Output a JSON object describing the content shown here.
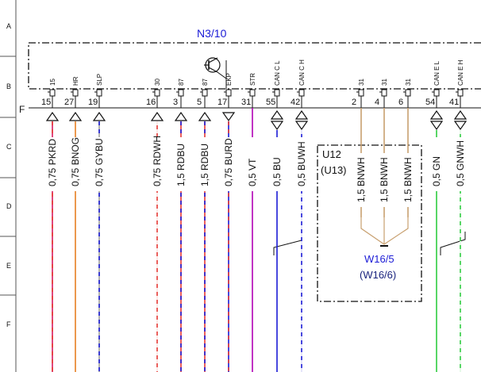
{
  "row_labels": [
    "A",
    "B",
    "C",
    "D",
    "E",
    "F"
  ],
  "connector": {
    "name": "N3/10",
    "edge_label": "F",
    "color": "#1a1ad6"
  },
  "pins": [
    {
      "name": "15",
      "num": "15",
      "wire": "0,75 PKRD",
      "color": "#d81b60",
      "stripe": "#e53935",
      "arrow": "up"
    },
    {
      "name": "HR",
      "num": "27",
      "wire": "0,75 BNOG",
      "color": "#e67e22",
      "stripe": null,
      "arrow": "up"
    },
    {
      "name": "SLP",
      "num": "19",
      "wire": "0,75 GYBU",
      "color": "#9e9e9e",
      "stripe": "#1a1ad6",
      "arrow": "up"
    },
    {
      "name": "30",
      "num": "16",
      "wire": "0,75 RDWH",
      "color": "#e53935",
      "stripe": "#ffffff",
      "arrow": "up"
    },
    {
      "name": "87",
      "num": "3",
      "wire": "1,5 RDBU",
      "color": "#e53935",
      "stripe": "#1a1ad6",
      "arrow": "up"
    },
    {
      "name": "87",
      "num": "5",
      "wire": "1,5 RDBU",
      "color": "#e53935",
      "stripe": "#1a1ad6",
      "arrow": "up"
    },
    {
      "name": "EKP",
      "num": "17",
      "wire": "0,75 BURD",
      "color": "#1a1ad6",
      "stripe": "#e53935",
      "arrow": "down"
    },
    {
      "name": "STR",
      "num": "31",
      "wire": "0,5 VT",
      "color": "#b000b5",
      "stripe": null,
      "arrow": "none"
    },
    {
      "name": "CAN C L",
      "num": "55",
      "wire": "0,5 BU",
      "color": "#1a1ad6",
      "stripe": null,
      "arrow": "both"
    },
    {
      "name": "CAN C H",
      "num": "42",
      "wire": "0,5 BUWH",
      "color": "#1a1ad6",
      "stripe": "#ffffff",
      "arrow": "both"
    },
    {
      "name": "31",
      "num": "2",
      "wire": "1,5 BNWH",
      "color": "#c8a070",
      "stripe": null,
      "arrow": "none"
    },
    {
      "name": "31",
      "num": "4",
      "wire": "1,5 BNWH",
      "color": "#c8a070",
      "stripe": null,
      "arrow": "none"
    },
    {
      "name": "31",
      "num": "6",
      "wire": "1,5 BNWH",
      "color": "#c8a070",
      "stripe": null,
      "arrow": "none"
    },
    {
      "name": "CAN E L",
      "num": "54",
      "wire": "0,5 GN",
      "color": "#2ecc40",
      "stripe": null,
      "arrow": "both"
    },
    {
      "name": "CAN E H",
      "num": "41",
      "wire": "0,5 GNWH",
      "color": "#2ecc40",
      "stripe": "#ffffff",
      "arrow": "both"
    }
  ],
  "splice_box": {
    "name": "U12",
    "alt": "(U13)"
  },
  "ground": {
    "name": "W16/5",
    "alt": "(W16/6)",
    "name_color": "#1a1ad6",
    "alt_color": "#1a237e"
  }
}
